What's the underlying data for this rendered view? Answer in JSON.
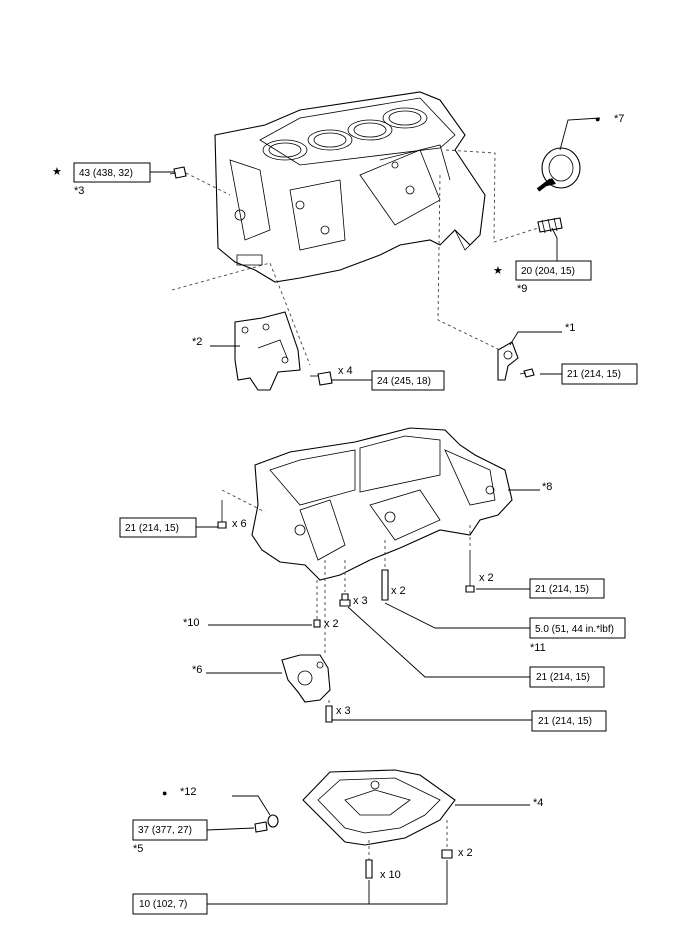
{
  "callouts": {
    "c1": "*1",
    "c2": "*2",
    "c3": "*3",
    "c4": "*4",
    "c5": "*5",
    "c6": "*6",
    "c7": "*7",
    "c8": "*8",
    "c9": "*9",
    "c10": "*10",
    "c11": "*11",
    "c12": "*12"
  },
  "torques": {
    "t_c3": "43 (438, 32)",
    "t_c9": "20 (204, 15)",
    "t_c2": "24 (245, 18)",
    "t_c1": "21 (214, 15)",
    "t_left6": "21 (214, 15)",
    "t_right2": "21 (214, 15)",
    "t_c11": "5.0 (51, 44 in.*lbf)",
    "t_mid3": "21 (214, 15)",
    "t_low3": "21 (214, 15)",
    "t_c5": "37 (377, 27)",
    "t_bottom": "10 (102, 7)"
  },
  "quantities": {
    "q_c2": "x 4",
    "q_left6": "x 6",
    "q_right2": "x 2",
    "q_stud2": "x 2",
    "q_mid3": "x 3",
    "q_pin2": "x 2",
    "q_low3": "x 3",
    "q_pan10": "x 10",
    "q_pan2": "x 2"
  },
  "symbols": {
    "star": "★",
    "dot": "●"
  },
  "icons": [
    "cylinder-block",
    "oil-seal",
    "knock-sensor",
    "oil-pressure-switch",
    "bracket",
    "crankcase",
    "oil-pump",
    "oil-pan",
    "bolt",
    "stud",
    "gasket"
  ]
}
